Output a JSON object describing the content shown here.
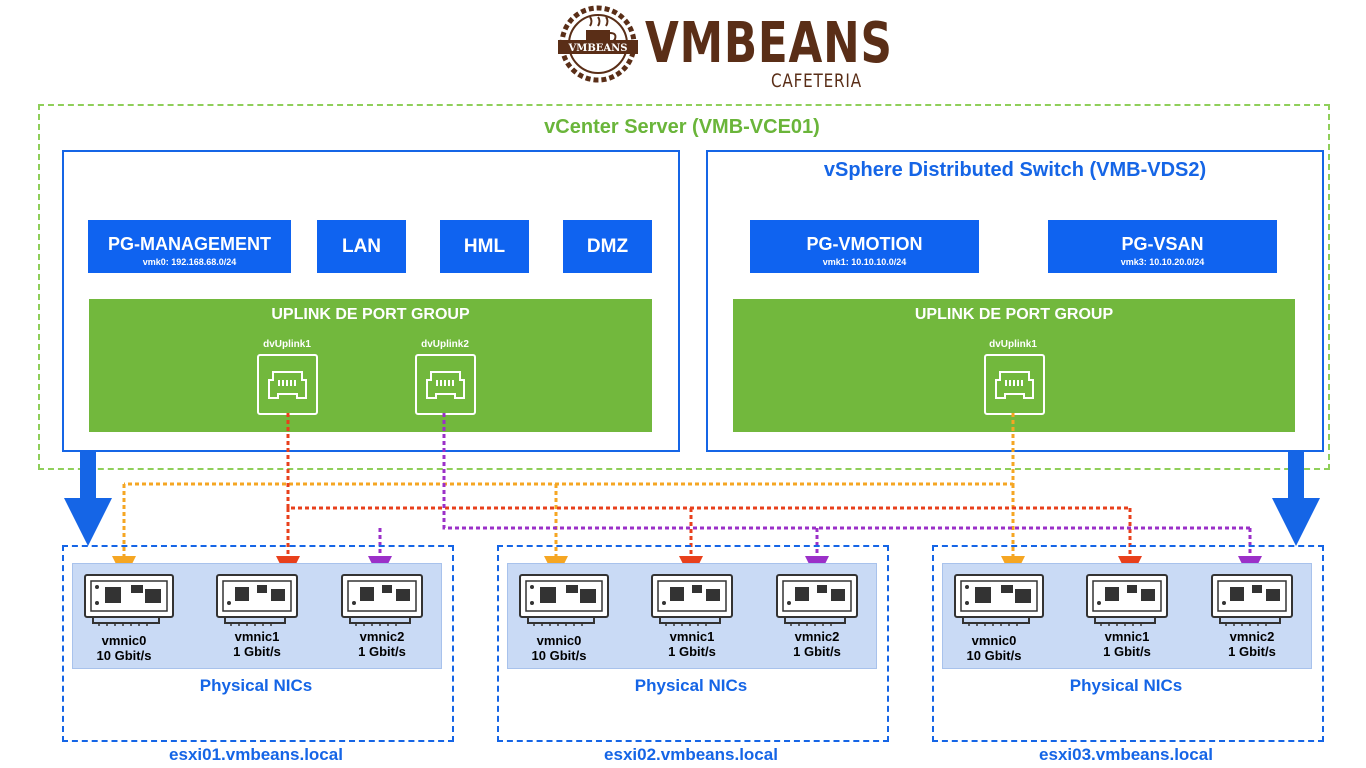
{
  "logo": {
    "brand": "VMBEANS",
    "tagline": "CAFETERIA",
    "badge_text": "VMBEANS"
  },
  "vcenter": {
    "title": "vCenter Server (VMB-VCE01)"
  },
  "vds1": {
    "portgroups": [
      {
        "name": "PG-MANAGEMENT",
        "sub": "vmk0: 192.168.68.0/24"
      },
      {
        "name": "LAN"
      },
      {
        "name": "HML"
      },
      {
        "name": "DMZ"
      }
    ],
    "uplink_title": "UPLINK DE PORT GROUP",
    "uplinks": [
      "dvUplink1",
      "dvUplink2"
    ]
  },
  "vds2": {
    "title": "vSphere Distributed Switch (VMB-VDS2)",
    "portgroups": [
      {
        "name": "PG-VMOTION",
        "sub": "vmk1: 10.10.10.0/24"
      },
      {
        "name": "PG-VSAN",
        "sub": "vmk3: 10.10.20.0/24"
      }
    ],
    "uplink_title": "UPLINK DE PORT GROUP",
    "uplinks": [
      "dvUplink1"
    ]
  },
  "hosts": [
    {
      "name": "esxi01.vmbeans.local",
      "nics_title": "Physical NICs",
      "nics": [
        {
          "name": "vmnic0",
          "speed": "10 Gbit/s"
        },
        {
          "name": "vmnic1",
          "speed": "1 Gbit/s"
        },
        {
          "name": "vmnic2",
          "speed": "1 Gbit/s"
        }
      ]
    },
    {
      "name": "esxi02.vmbeans.local",
      "nics_title": "Physical NICs",
      "nics": [
        {
          "name": "vmnic0",
          "speed": "10 Gbit/s"
        },
        {
          "name": "vmnic1",
          "speed": "1 Gbit/s"
        },
        {
          "name": "vmnic2",
          "speed": "1 Gbit/s"
        }
      ]
    },
    {
      "name": "esxi03.vmbeans.local",
      "nics_title": "Physical NICs",
      "nics": [
        {
          "name": "vmnic0",
          "speed": "10 Gbit/s"
        },
        {
          "name": "vmnic1",
          "speed": "1 Gbit/s"
        },
        {
          "name": "vmnic2",
          "speed": "1 Gbit/s"
        }
      ]
    }
  ],
  "colors": {
    "brand_brown": "#5a2e17",
    "vcenter_green": "#6ab53a",
    "uplink_green": "#72b83d",
    "vds_blue": "#1565e6",
    "portgroup_blue": "#0f63f0",
    "nic_panel": "#c9daf5",
    "link_orange": "#f5a623",
    "link_red": "#e8401c",
    "link_purple": "#9b30c8"
  }
}
